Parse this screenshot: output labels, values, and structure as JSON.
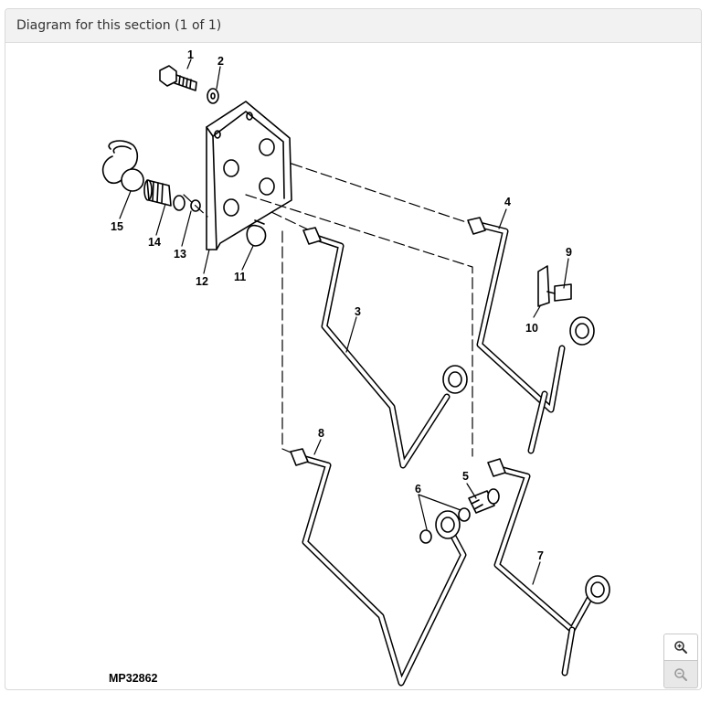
{
  "header": {
    "title": "Diagram for this section (1 of 1)"
  },
  "diagram": {
    "figure_code": "MP32862",
    "callouts": [
      "1",
      "2",
      "3",
      "4",
      "5",
      "6",
      "7",
      "8",
      "9",
      "10",
      "11",
      "12",
      "13",
      "14",
      "15"
    ]
  },
  "controls": {
    "zoom_in_icon": "zoom-in-icon",
    "zoom_out_icon": "zoom-out-icon"
  }
}
